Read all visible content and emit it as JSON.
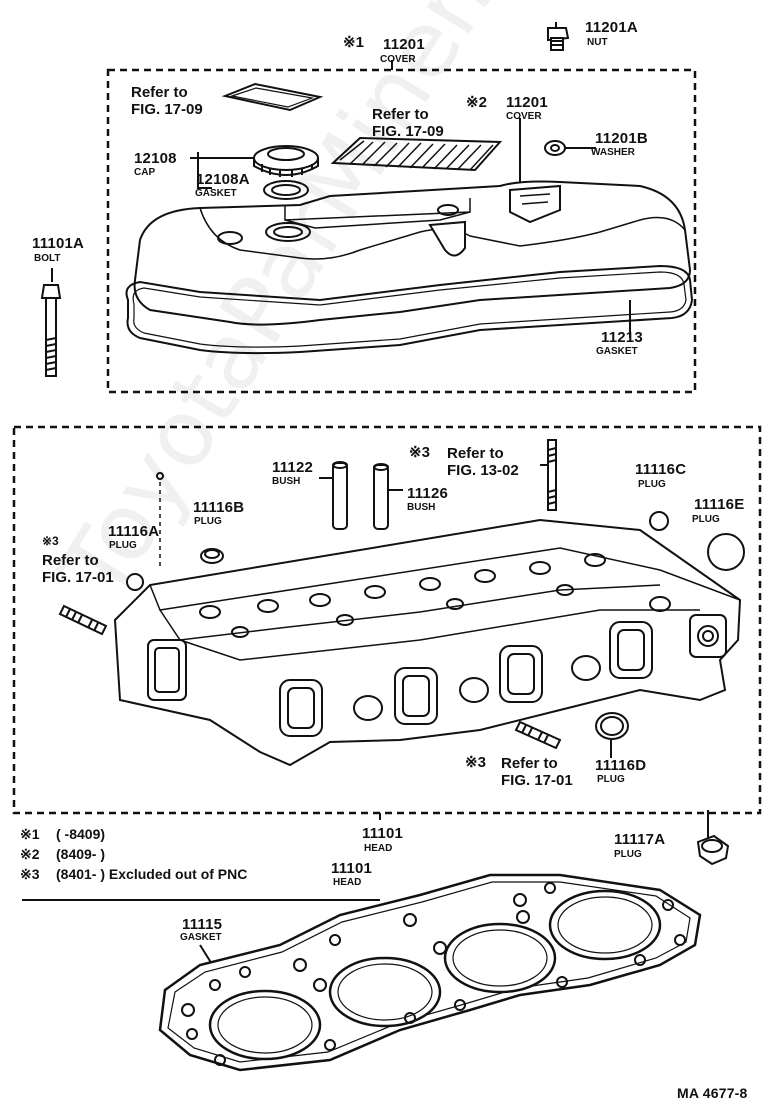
{
  "watermark": "ToyotaParMiner.ru",
  "footer_code": "MA 4677-8",
  "cover_group": {
    "mark_1": "※1",
    "cover1_pn": "11201",
    "cover1_name": "COVER",
    "nut_pn": "11201A",
    "nut_name": "NUT",
    "ref_fig_1709_a_line1": "Refer to",
    "ref_fig_1709_a_line2": "FIG. 17-09",
    "ref_fig_1709_b_line1": "Refer to",
    "ref_fig_1709_b_line2": "FIG. 17-09",
    "mark_2": "※2",
    "cover2_pn": "11201",
    "cover2_name": "COVER",
    "washer_pn": "11201B",
    "washer_name": "WASHER",
    "cap_pn": "12108",
    "cap_name": "CAP",
    "cap_gasket_pn": "12108A",
    "cap_gasket_name": "GASKET",
    "bolt_pn": "11101A",
    "bolt_name": "BOLT",
    "cover_gasket_pn": "11213",
    "cover_gasket_name": "GASKET"
  },
  "head_group": {
    "bush1_pn": "11122",
    "bush1_name": "BUSH",
    "bush2_pn": "11126",
    "bush2_name": "BUSH",
    "mark_3_top": "※3",
    "ref_1302_line1": "Refer to",
    "ref_1302_line2": "FIG. 13-02",
    "plug_c_pn": "11116C",
    "plug_c_name": "PLUG",
    "plug_e_pn": "11116E",
    "plug_e_name": "PLUG",
    "plug_b_pn": "11116B",
    "plug_b_name": "PLUG",
    "plug_a_pn": "11116A",
    "plug_a_name": "PLUG",
    "mark_3_left": "※3",
    "ref_1701_left_line1": "Refer to",
    "ref_1701_left_line2": "FIG. 17-01",
    "mark_3_bottom": "※3",
    "ref_1701_bottom_line1": "Refer to",
    "ref_1701_bottom_line2": "FIG. 17-01",
    "plug_d_pn": "11116D",
    "plug_d_name": "PLUG",
    "head_pn": "11101",
    "head_name": "HEAD",
    "plug_17a_pn": "11117A",
    "plug_17a_name": "PLUG"
  },
  "notes": {
    "n1_mark": "※1",
    "n1_text": "(      -8409)",
    "n2_mark": "※2",
    "n2_text": "(8409-      )",
    "n3_mark": "※3",
    "n3_text": "(8401-      ) Excluded out of PNC",
    "n3_pn": "11101",
    "n3_name": "HEAD"
  },
  "gasket_group": {
    "head_gasket_pn": "11115",
    "head_gasket_name": "GASKET"
  }
}
